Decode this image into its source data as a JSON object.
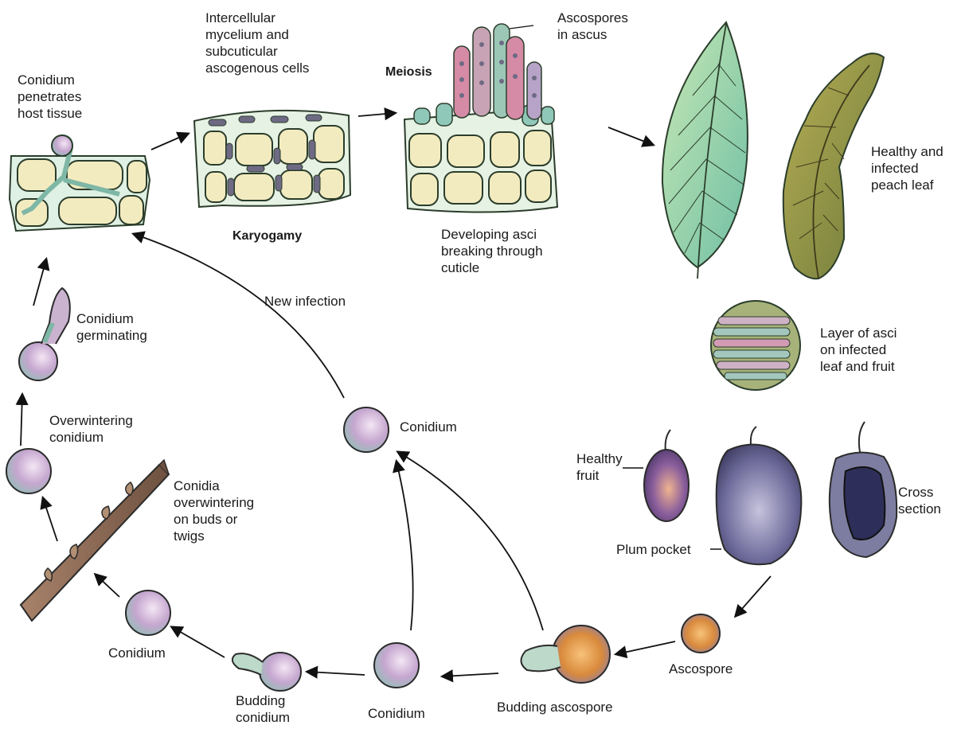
{
  "labels": {
    "conidium_penetrates": "Conidium\npenetrates\nhost tissue",
    "intercellular": "Intercellular\nmycelium and\nsubcuticular\nascogenous cells",
    "karyogamy": "Karyogamy",
    "meiosis": "Meiosis",
    "ascospores_in_ascus": "Ascospores\nin ascus",
    "developing_asci": "Developing asci\nbreaking through\ncuticle",
    "healthy_infected_leaf": "Healthy and\ninfected\npeach leaf",
    "layer_of_asci": "Layer of asci\non infected\nleaf and fruit",
    "new_infection": "New infection",
    "conidium_germinating": "Conidium\ngerminating",
    "overwintering_conidium": "Overwintering\nconidium",
    "conidia_overwintering": "Conidia\noverwintering\non buds or\ntwigs",
    "conidium_center": "Conidium",
    "healthy_fruit": "Healthy\nfruit",
    "cross_section": "Cross\nsection",
    "plum_pocket": "Plum pocket",
    "ascospore": "Ascospore",
    "budding_ascospore": "Budding ascospore",
    "conidium_bottom": "Conidium",
    "budding_conidium": "Budding\nconidium",
    "conidium_left": "Conidium"
  },
  "colors": {
    "cell_fill": "#f3ebc0",
    "cell_wall": "#2b3d2b",
    "hypha": "#8fc7b8",
    "ascus": "#d58aa5",
    "spore_purple": "#b79ac7",
    "spore_orange": "#d99545",
    "leaf_green": "#9fd08e",
    "leaf_infected": "#a0943e",
    "fruit_purple": "#6a4b8a",
    "twig_brown": "#8f6a4e",
    "arrow": "#111111"
  }
}
